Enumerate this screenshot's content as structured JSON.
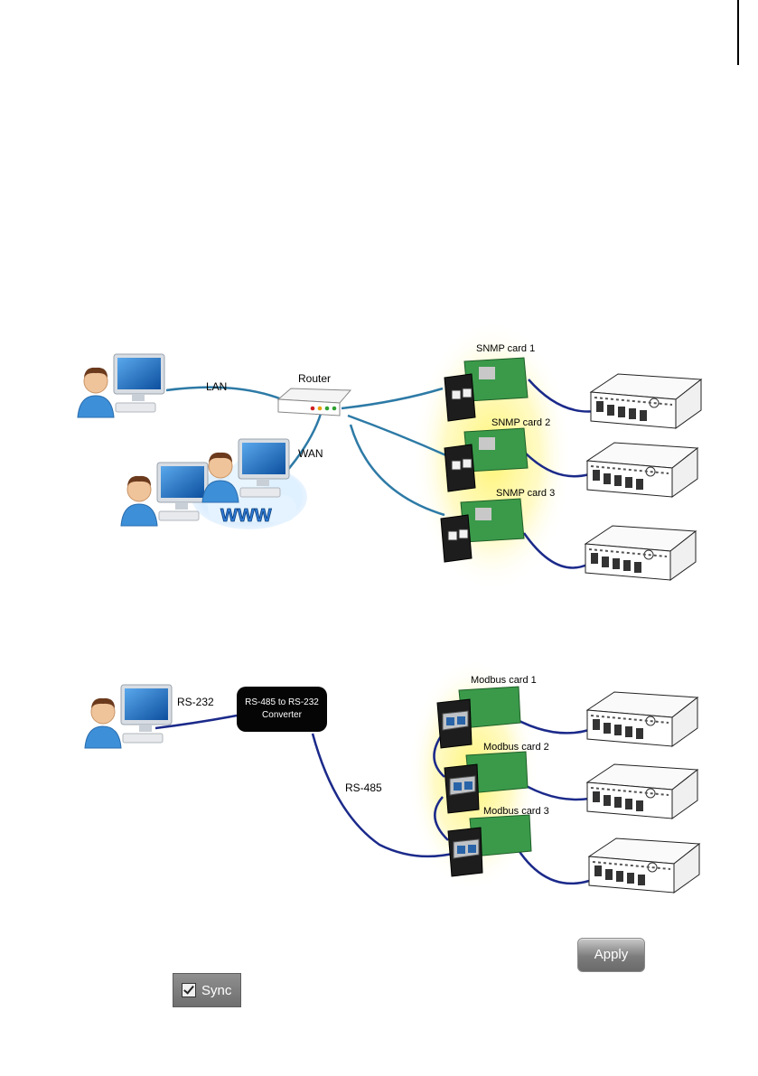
{
  "diagram1": {
    "lan_label": "LAN",
    "wan_label": "WAN",
    "router_label": "Router",
    "www_label": "WWW",
    "cards": [
      "SNMP card 1",
      "SNMP card 2",
      "SNMP card 3"
    ]
  },
  "diagram2": {
    "rs232_label": "RS-232",
    "rs485_label": "RS-485",
    "converter_line1": "RS-485 to RS-232",
    "converter_line2": "Converter",
    "cards": [
      "Modbus card 1",
      "Modbus card 2",
      "Modbus card 3"
    ]
  },
  "buttons": {
    "apply_label": "Apply",
    "sync_label": "Sync"
  },
  "colors": {
    "cable": "#2d6fa0",
    "modbus_cable": "#1b2a8a",
    "glow": "#fff47a",
    "monitor": "#1f6fc0"
  },
  "icons": [
    "user-computer-icon",
    "router-icon",
    "cloud-icon",
    "snmp-card-icon",
    "ups-unit-icon",
    "modbus-card-icon"
  ]
}
